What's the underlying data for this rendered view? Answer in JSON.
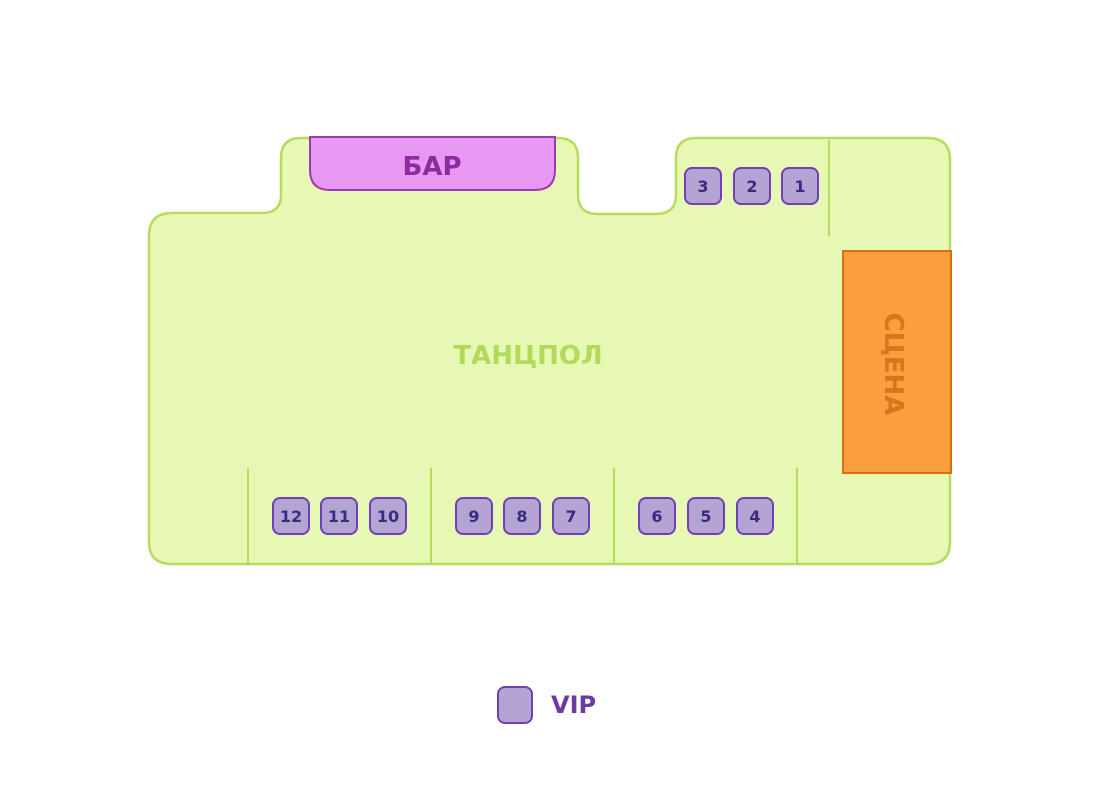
{
  "zones": {
    "bar": "БАР",
    "dance_floor": "ТАНЦПОЛ",
    "stage": "СЦЕНА"
  },
  "tables": [
    "1",
    "2",
    "3",
    "4",
    "5",
    "6",
    "7",
    "8",
    "9",
    "10",
    "11",
    "12"
  ],
  "legend": {
    "vip_label": "VIP"
  },
  "colors": {
    "floor_fill": "#e6f8b4",
    "floor_stroke": "#b6dc5c",
    "bar_fill": "#e897f2",
    "bar_stroke": "#9a3ab0",
    "bar_text": "#8d2a9e",
    "dance_text": "#b3d95a",
    "stage_fill": "#fb9e3e",
    "stage_stroke": "#df6a12",
    "stage_text": "#d4781e",
    "vip_fill": "#b4a4d4",
    "vip_stroke": "#6f3fb3",
    "vip_text": "#3d2a80",
    "legend_text": "#6b3aa8"
  }
}
